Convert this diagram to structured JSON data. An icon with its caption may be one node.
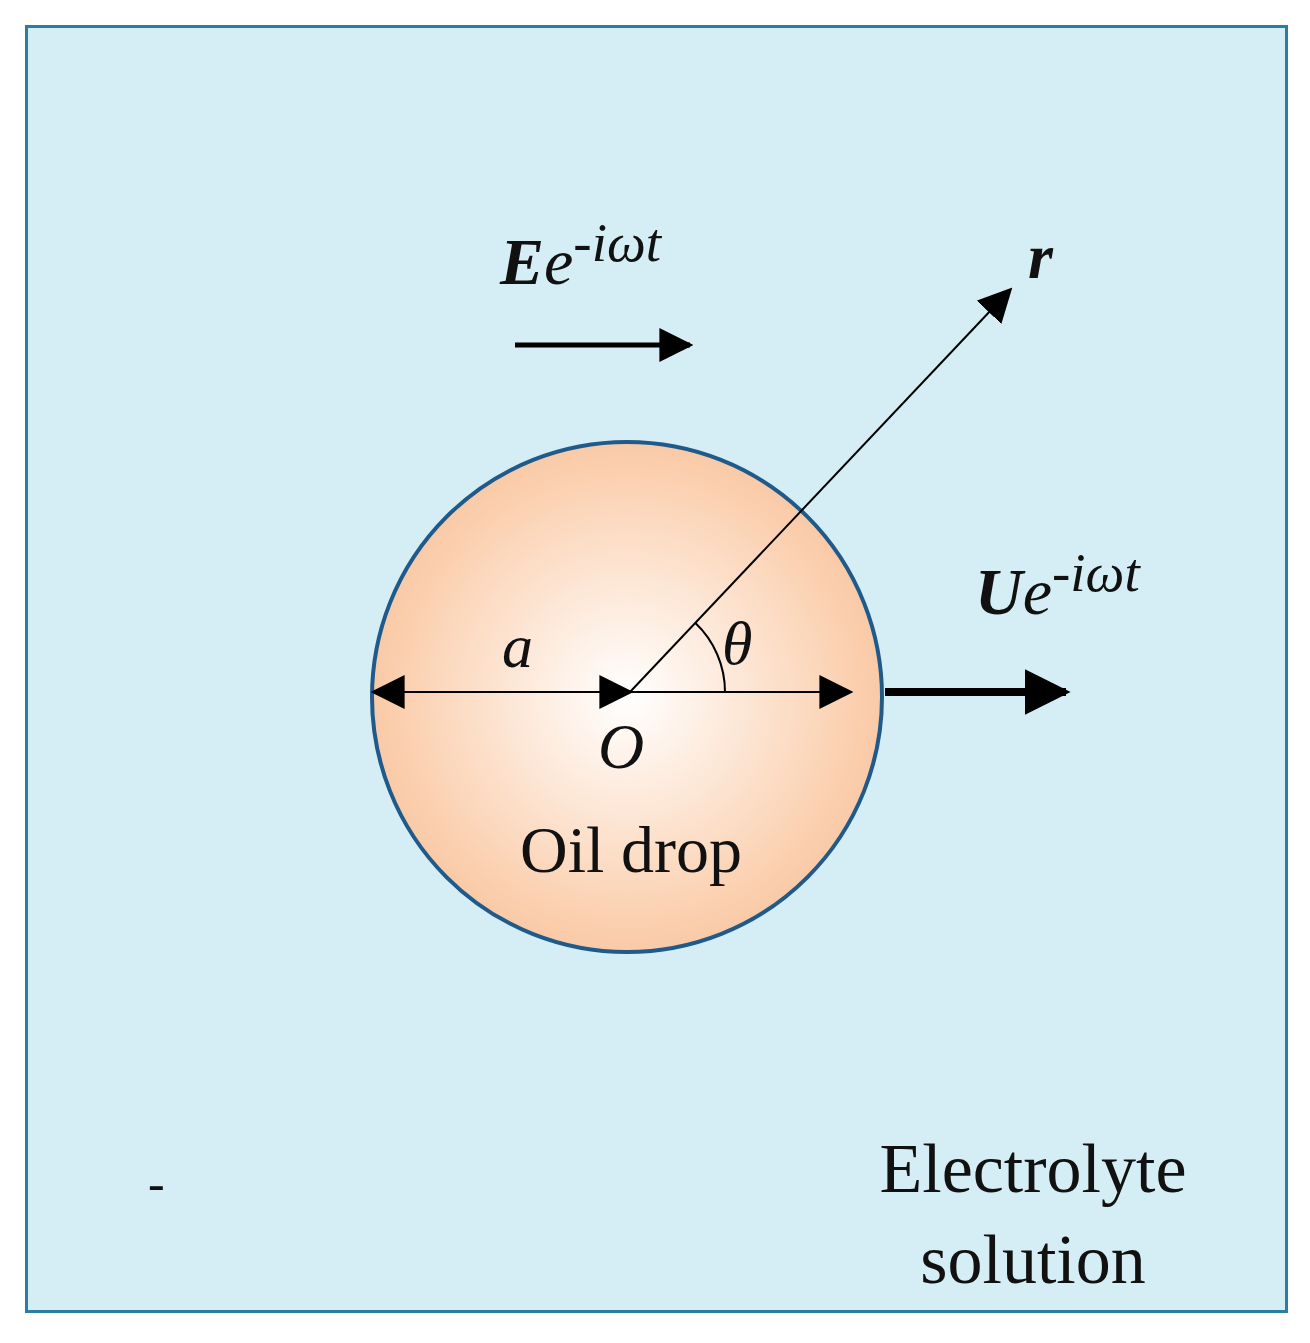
{
  "diagram": {
    "nodes": [
      {
        "text": [
          "Electrolyte solution"
        ]
      },
      {
        "text": [
          "Oil drop"
        ],
        "in": 0
      }
    ],
    "labels": [
      "**E**e$^{-iωt}$",
      "r",
      "**U**e$^{-iωt}$",
      "a",
      "θ",
      "O",
      "-"
    ]
  }
}
